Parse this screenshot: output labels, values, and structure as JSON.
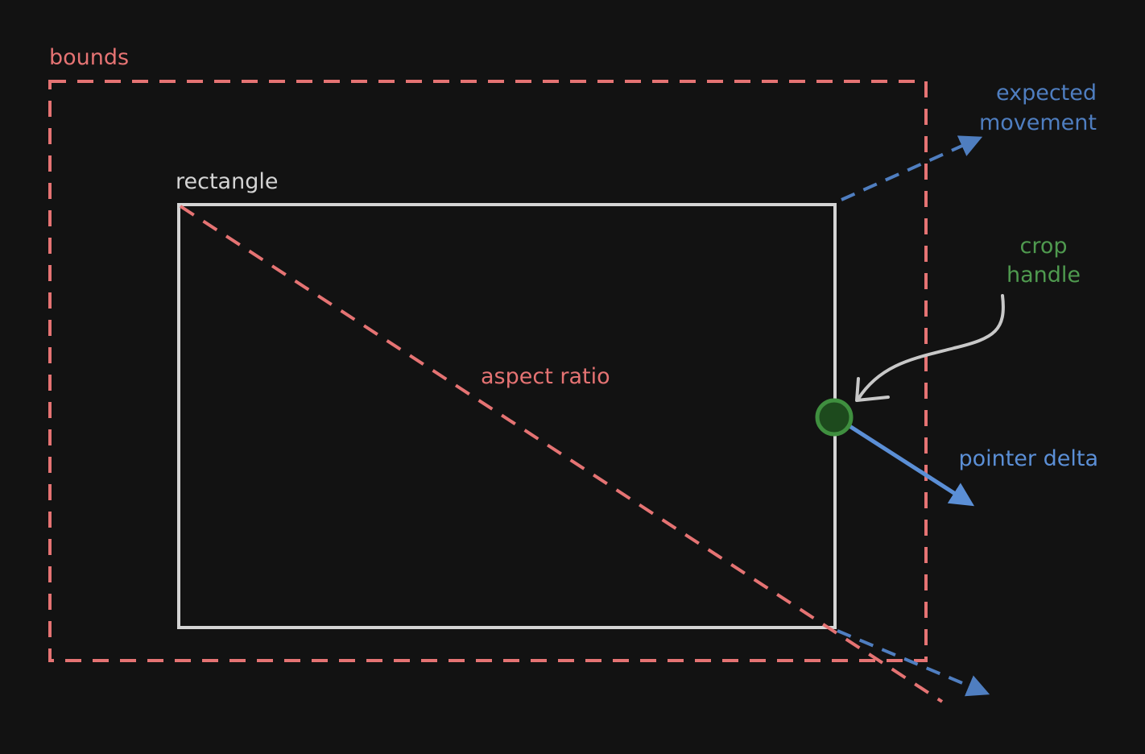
{
  "labels": {
    "bounds": "bounds",
    "rectangle": "rectangle",
    "aspect_ratio": "aspect ratio",
    "expected_movement_line1": "expected",
    "expected_movement_line2": "movement",
    "crop_handle_line1": "crop",
    "crop_handle_line2": "handle",
    "pointer_delta": "pointer delta"
  },
  "colors": {
    "background": "#121212",
    "bounds": "#e57373",
    "rectangle": "#d4d4d4",
    "expected_movement": "#4f7ec0",
    "crop_handle_fill": "#1d4a1d",
    "crop_handle_stroke": "#3f8f3f",
    "crop_handle_label": "#4f9a4f",
    "pointer_delta": "#5b8fd6",
    "callout_arrow": "#c8c8c8"
  },
  "icons": {
    "crop_handle": "circle-handle-icon"
  }
}
